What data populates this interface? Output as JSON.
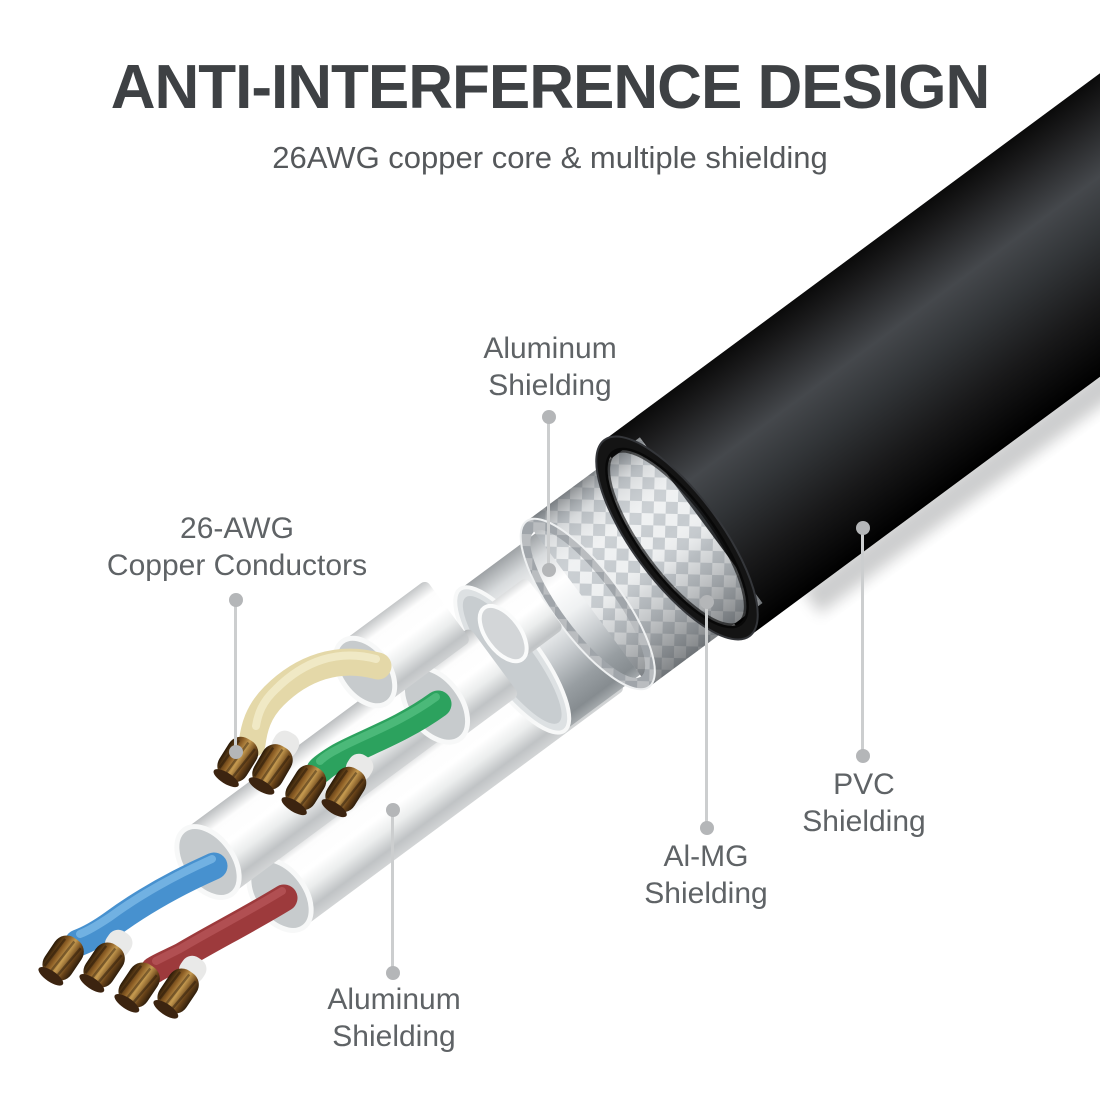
{
  "header": {
    "title": "ANTI-INTERFERENCE DESIGN",
    "subtitle": "26AWG copper core & multiple shielding"
  },
  "callouts": {
    "aluminum_top": {
      "label": "Aluminum\nShielding"
    },
    "copper_conductors": {
      "label": "26-AWG\nCopper Conductors"
    },
    "pvc": {
      "label": "PVC\nShielding"
    },
    "al_mg": {
      "label": "Al-MG\nShielding"
    },
    "aluminum_bottom": {
      "label": "Aluminum\nShielding"
    }
  },
  "illustration": {
    "colors": {
      "pvc_jacket": "#141414",
      "braid_checker": "#c6cbcf",
      "foil_silver": "#e8eaeb",
      "pair_tube": "#f4f5f5",
      "wire_tan": "#e4d8a8",
      "wire_green": "#2ca25e",
      "wire_blue": "#4791cf",
      "wire_red": "#9d3a3c",
      "copper": "#c59a50",
      "leader_gray": "#b4b6b8",
      "title_text": "#3e4144",
      "label_text": "#5f6366"
    }
  }
}
